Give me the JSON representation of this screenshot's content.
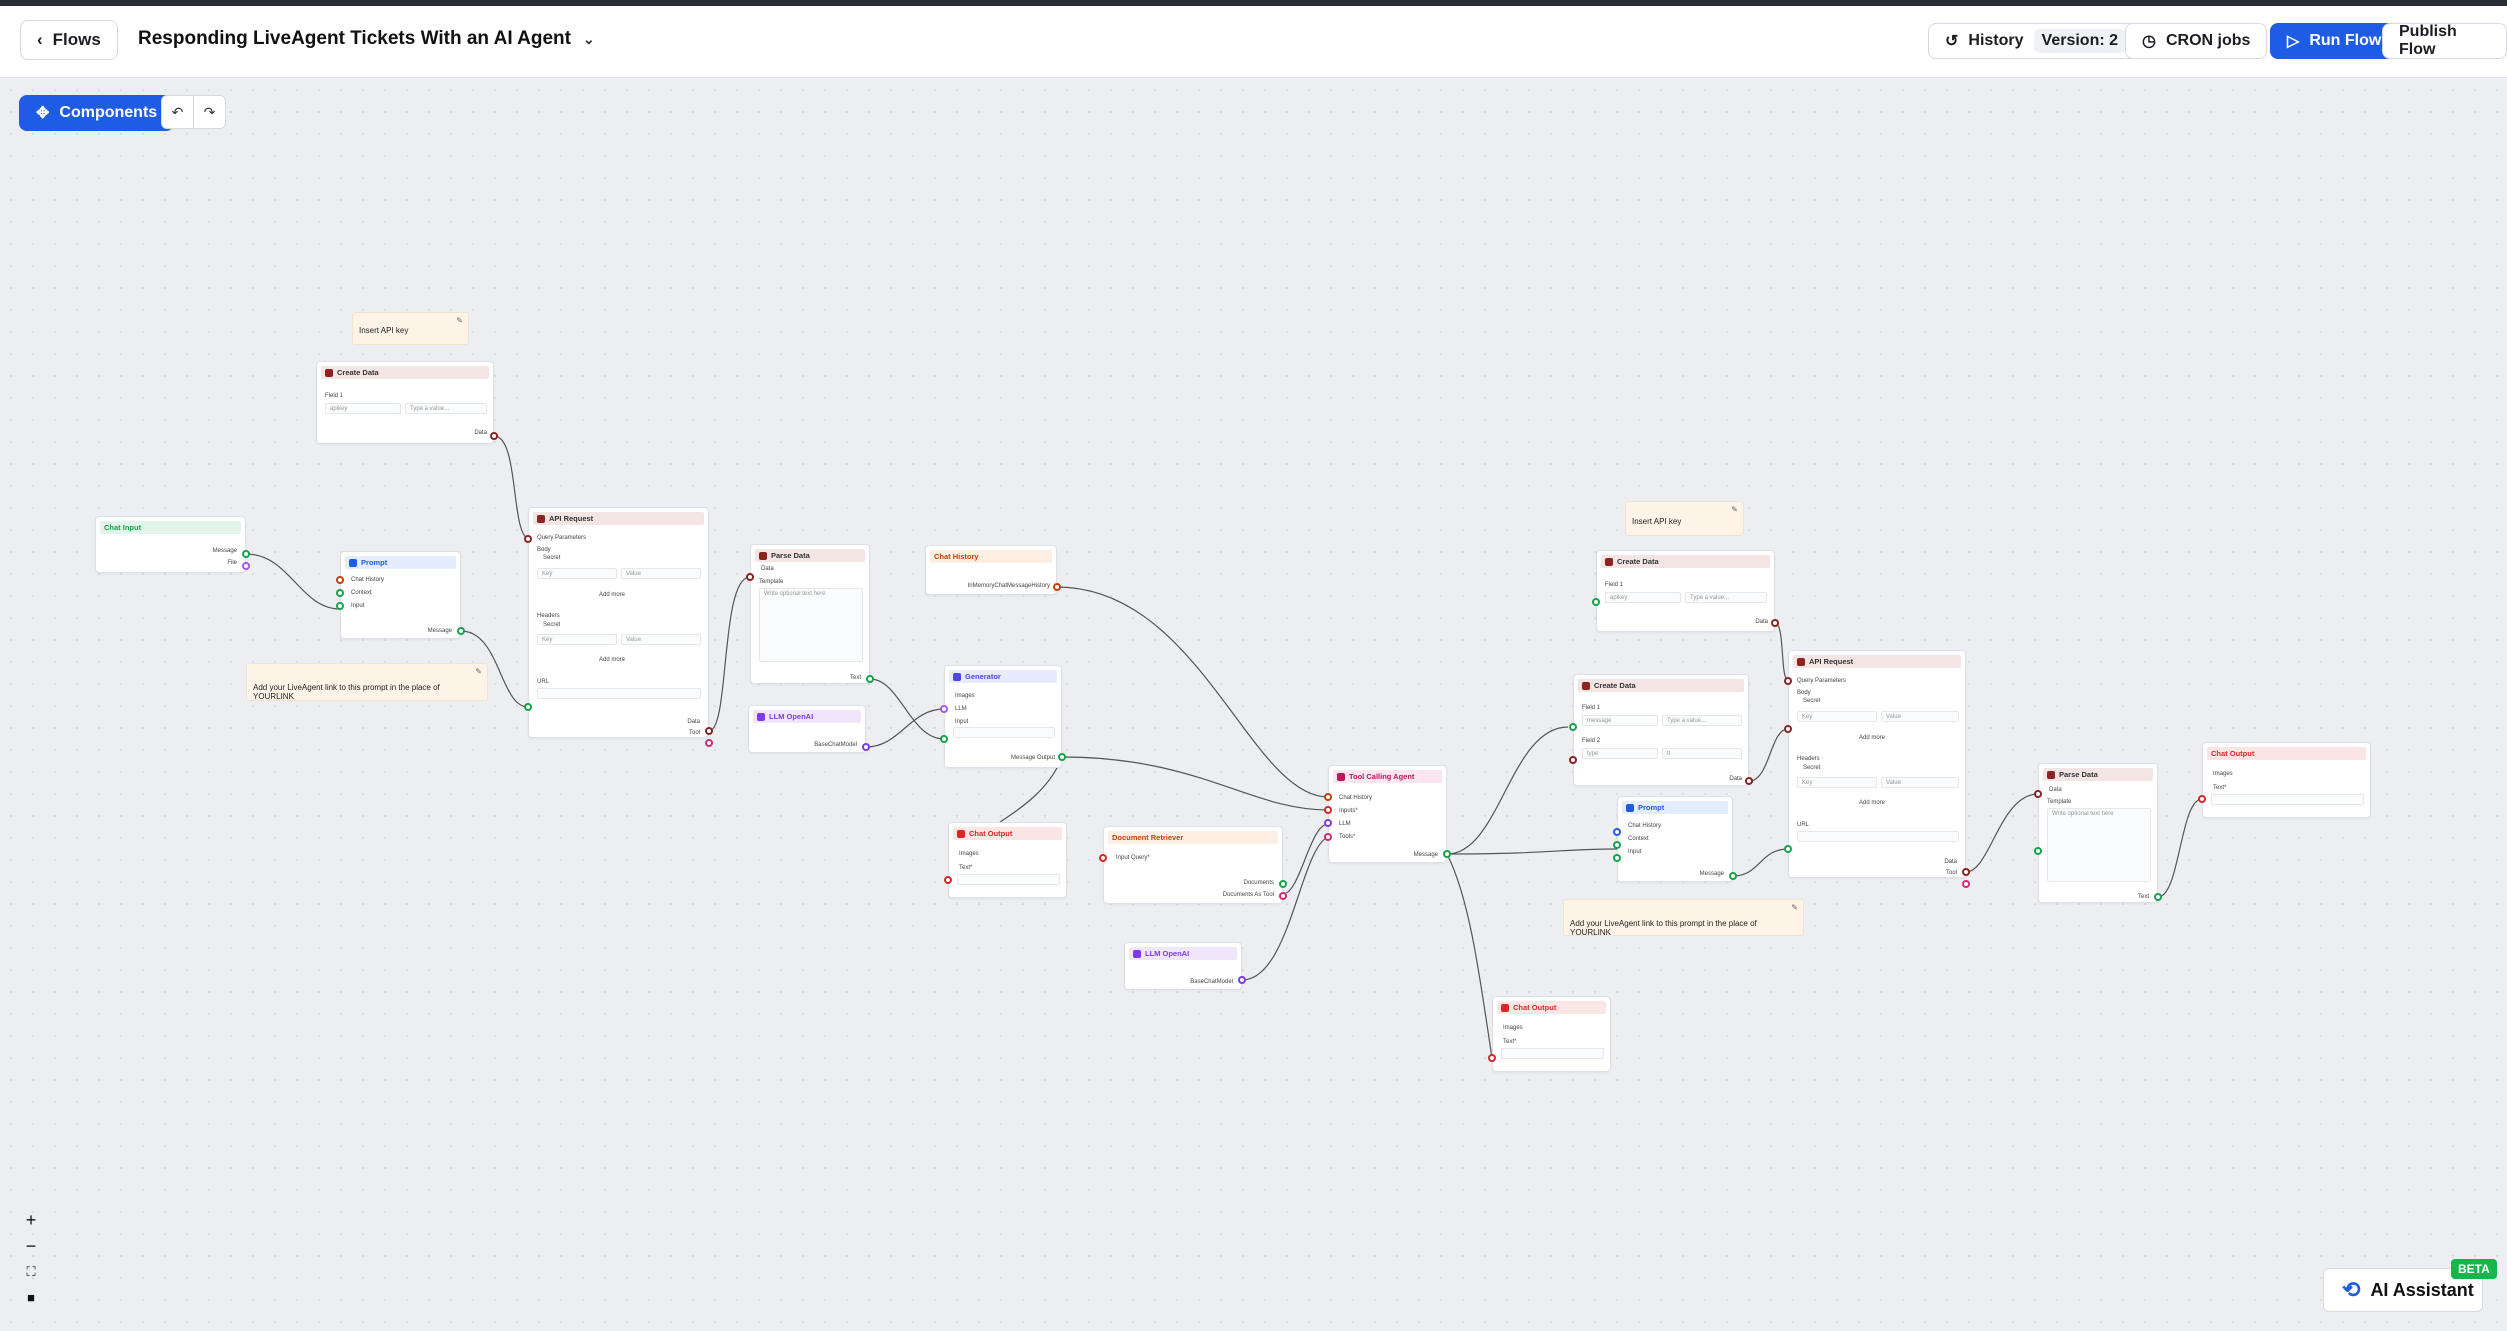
{
  "header": {
    "back_label": "Flows",
    "title": "Responding LiveAgent Tickets With an AI Agent",
    "history_label": "History",
    "version_label": "Version: 2",
    "cron_label": "CRON jobs",
    "run_label": "Run Flow",
    "publish_label": "Publish Flow"
  },
  "toolbar": {
    "components_label": "Components"
  },
  "nodes": {
    "note_api_key_1": "Insert API key",
    "note_api_key_2": "Insert API key",
    "note_link_1": "Add your LiveAgent link to this prompt in the place of YOURLINK",
    "note_link_2": "Add your LiveAgent link to this prompt in the place of YOURLINK",
    "create_data": "Create Data",
    "field1": "Field 1",
    "field2": "Field 2",
    "apikey": "apikey",
    "message": "message",
    "type": "type",
    "type_value": "Type a value...",
    "tt": "tt",
    "data": "Data",
    "chat_input": "Chat Input",
    "message_out": "Message",
    "file": "File",
    "prompt": "Prompt",
    "chat_history": "Chat History",
    "context": "Context",
    "input": "Input",
    "api_request": "API Request",
    "query_params": "Query Parameters",
    "body": "Body",
    "secret": "Secret",
    "key": "Key",
    "value": "Value",
    "add_more": "Add more",
    "headers": "Headers",
    "url": "URL",
    "tool": "Tool",
    "parse_data": "Parse Data",
    "template": "Template",
    "template_placeholder": "Write optional text here",
    "text": "Text",
    "llm_openai": "LLM OpenAI",
    "base_chat_model": "BaseChatModel",
    "chat_history_node": "Chat History",
    "memory_out": "InMemoryChatMessageHistory",
    "generator": "Generator",
    "images": "Images",
    "llm": "LLM",
    "message_output": "Message Output",
    "chat_output": "Chat Output",
    "text_req": "Text*",
    "document_retriever": "Document Retriever",
    "input_query": "Input Query*",
    "documents": "Documents",
    "documents_as_tool": "Documents As Tool",
    "tool_calling_agent": "Tool Calling Agent",
    "inputs": "Inputs*",
    "tools": "Tools*"
  },
  "assistant": {
    "label": "AI Assistant",
    "badge": "BETA"
  },
  "colors": {
    "primary": "#1f5ce6",
    "note_bg": "#fdf3e7",
    "beta_green": "#14b84a"
  }
}
